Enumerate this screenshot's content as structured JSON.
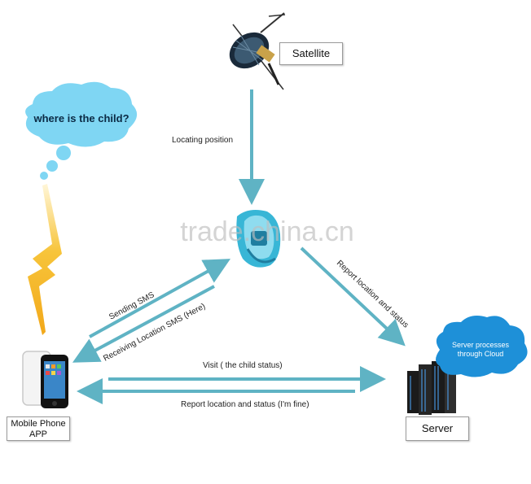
{
  "nodes": {
    "satellite": "Satellite",
    "mobile_phone": "Mobile Phone APP",
    "server": "Server"
  },
  "thought_bubble": "where is the child?",
  "cloud_note": "Server processes through Cloud",
  "watermark": "trade.china.cn",
  "edges": {
    "locating_position": "Locating position",
    "sending_sms": "Sending SMS",
    "receiving_sms": "Receiving Location SMS (Here)",
    "report_location": "Report location and status",
    "visit": "Visit ( the child status)",
    "report_fine": "Report location and status (I'm fine)"
  },
  "colors": {
    "arrow": "#5fb3c4",
    "bubble": "#7fd6f3",
    "cloud": "#1e90d8",
    "lightning": "#f2b51c",
    "watch": "#38b6d6"
  }
}
